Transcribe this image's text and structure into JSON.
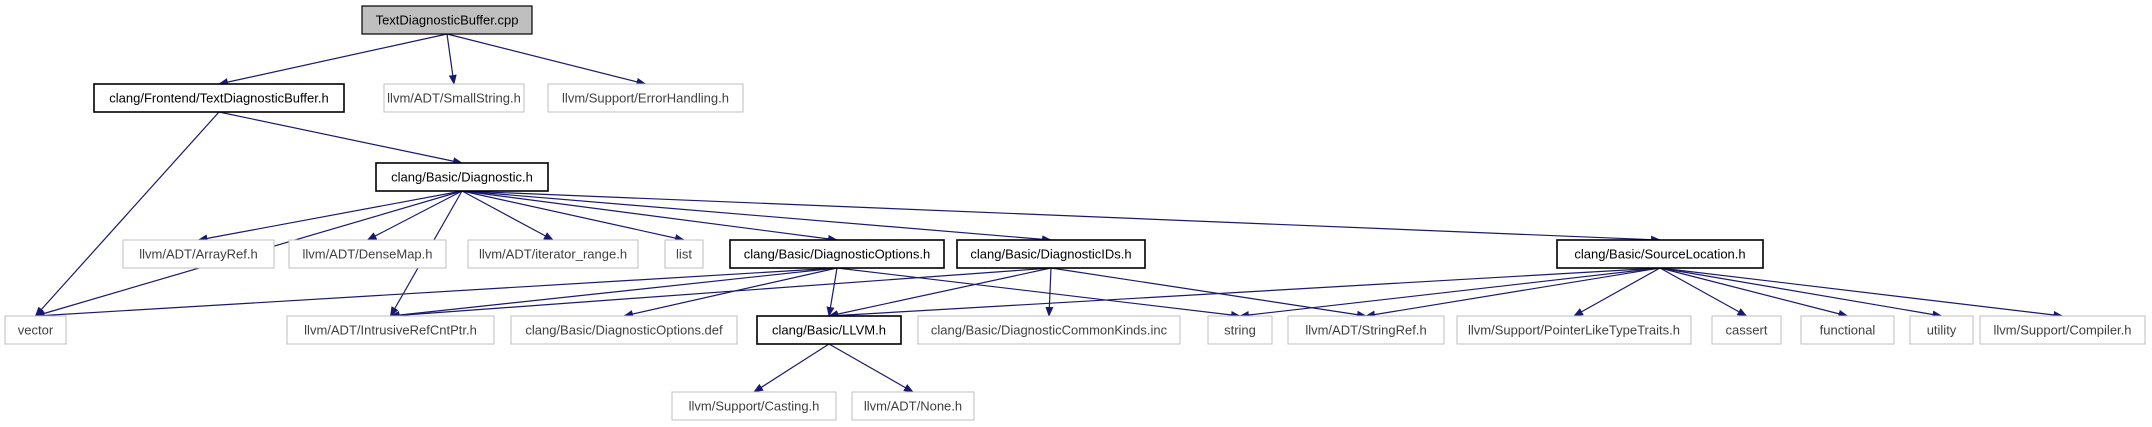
{
  "colors": {
    "edge": "#191970",
    "root_fill": "#bfbfbf",
    "black_border": "#000000",
    "grey_border": "#bfbfbf",
    "dark_text": "#000000",
    "grey_text": "#404040",
    "background": "#ffffff"
  },
  "nodes": [
    {
      "id": "n0",
      "label": "TextDiagnosticBuffer.cpp",
      "style": "root"
    },
    {
      "id": "n1",
      "label": "clang/Frontend/TextDiagnosticBuffer.h",
      "style": "black"
    },
    {
      "id": "n2",
      "label": "llvm/ADT/SmallString.h",
      "style": "grey"
    },
    {
      "id": "n3",
      "label": "llvm/Support/ErrorHandling.h",
      "style": "grey"
    },
    {
      "id": "n4",
      "label": "clang/Basic/Diagnostic.h",
      "style": "black"
    },
    {
      "id": "n5",
      "label": "vector",
      "style": "grey"
    },
    {
      "id": "n6",
      "label": "llvm/ADT/ArrayRef.h",
      "style": "grey"
    },
    {
      "id": "n7",
      "label": "llvm/ADT/DenseMap.h",
      "style": "grey"
    },
    {
      "id": "n8",
      "label": "llvm/ADT/iterator_range.h",
      "style": "grey"
    },
    {
      "id": "n9",
      "label": "list",
      "style": "grey"
    },
    {
      "id": "n10",
      "label": "clang/Basic/DiagnosticOptions.h",
      "style": "black"
    },
    {
      "id": "n11",
      "label": "clang/Basic/DiagnosticIDs.h",
      "style": "black"
    },
    {
      "id": "n12",
      "label": "clang/Basic/SourceLocation.h",
      "style": "black"
    },
    {
      "id": "n13",
      "label": "llvm/ADT/IntrusiveRefCntPtr.h",
      "style": "grey"
    },
    {
      "id": "n14",
      "label": "clang/Basic/DiagnosticOptions.def",
      "style": "grey"
    },
    {
      "id": "n15",
      "label": "clang/Basic/LLVM.h",
      "style": "black"
    },
    {
      "id": "n16",
      "label": "clang/Basic/DiagnosticCommonKinds.inc",
      "style": "grey"
    },
    {
      "id": "n17",
      "label": "string",
      "style": "grey"
    },
    {
      "id": "n18",
      "label": "llvm/ADT/StringRef.h",
      "style": "grey"
    },
    {
      "id": "n19",
      "label": "llvm/Support/PointerLikeTypeTraits.h",
      "style": "grey"
    },
    {
      "id": "n20",
      "label": "cassert",
      "style": "grey"
    },
    {
      "id": "n21",
      "label": "functional",
      "style": "grey"
    },
    {
      "id": "n22",
      "label": "utility",
      "style": "grey"
    },
    {
      "id": "n23",
      "label": "llvm/Support/Compiler.h",
      "style": "grey"
    },
    {
      "id": "n24",
      "label": "llvm/Support/Casting.h",
      "style": "grey"
    },
    {
      "id": "n25",
      "label": "llvm/ADT/None.h",
      "style": "grey"
    }
  ],
  "edges": [
    [
      "n0",
      "n1"
    ],
    [
      "n0",
      "n2"
    ],
    [
      "n0",
      "n3"
    ],
    [
      "n1",
      "n4"
    ],
    [
      "n1",
      "n5"
    ],
    [
      "n4",
      "n5"
    ],
    [
      "n4",
      "n6"
    ],
    [
      "n4",
      "n7"
    ],
    [
      "n4",
      "n8"
    ],
    [
      "n4",
      "n9"
    ],
    [
      "n4",
      "n10"
    ],
    [
      "n4",
      "n11"
    ],
    [
      "n4",
      "n12"
    ],
    [
      "n4",
      "n13"
    ],
    [
      "n10",
      "n5"
    ],
    [
      "n10",
      "n13"
    ],
    [
      "n10",
      "n14"
    ],
    [
      "n10",
      "n15"
    ],
    [
      "n10",
      "n17"
    ],
    [
      "n11",
      "n13"
    ],
    [
      "n11",
      "n15"
    ],
    [
      "n11",
      "n16"
    ],
    [
      "n11",
      "n18"
    ],
    [
      "n12",
      "n15"
    ],
    [
      "n12",
      "n17"
    ],
    [
      "n12",
      "n18"
    ],
    [
      "n12",
      "n19"
    ],
    [
      "n12",
      "n20"
    ],
    [
      "n12",
      "n21"
    ],
    [
      "n12",
      "n22"
    ],
    [
      "n12",
      "n23"
    ],
    [
      "n15",
      "n24"
    ],
    [
      "n15",
      "n25"
    ]
  ]
}
